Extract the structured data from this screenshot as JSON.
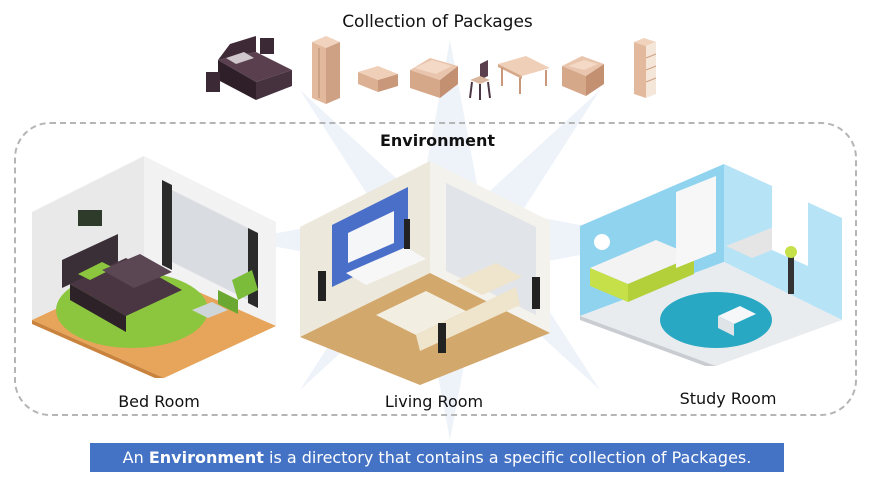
{
  "header": {
    "title": "Collection of Packages"
  },
  "environment": {
    "title": "Environment"
  },
  "packages": [
    {
      "name": "bed-icon"
    },
    {
      "name": "wardrobe-icon"
    },
    {
      "name": "coffee-table-icon"
    },
    {
      "name": "sofa-icon"
    },
    {
      "name": "chair-icon"
    },
    {
      "name": "table-icon"
    },
    {
      "name": "armchair-icon"
    },
    {
      "name": "bookshelf-icon"
    }
  ],
  "rooms": [
    {
      "label": "Bed Room"
    },
    {
      "label": "Living Room"
    },
    {
      "label": "Study Room"
    }
  ],
  "caption": {
    "prefix": "An ",
    "bold": "Environment",
    "suffix": " is a directory that contains a specific collection of Packages."
  },
  "colors": {
    "caption_bg": "#4472c4",
    "dashed_border": "#b5b5b5",
    "furniture_wood": "#e8c2a6",
    "bed_dark": "#4a3642",
    "living_wall": "#4a6fc9",
    "study_wall": "#8fd3ef",
    "rug_green": "#8cc63f",
    "rug_teal": "#29a8c4"
  }
}
